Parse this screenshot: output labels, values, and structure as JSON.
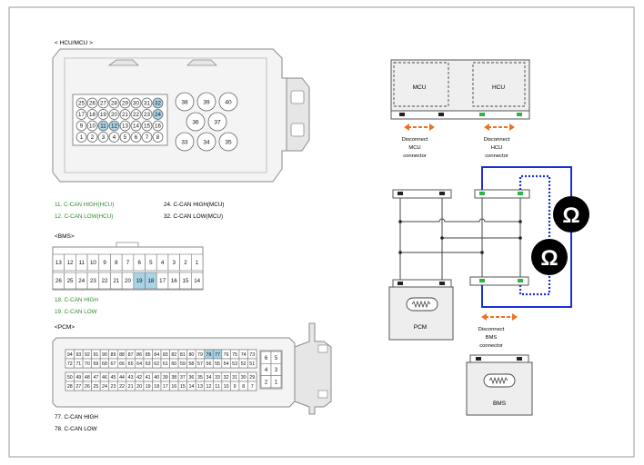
{
  "hcu_mcu": {
    "title": "< HCU/MCU        >",
    "pins_row1": [
      "25",
      "26",
      "27",
      "28",
      "29",
      "30",
      "31",
      "32"
    ],
    "pins_row2": [
      "17",
      "18",
      "19",
      "20",
      "21",
      "22",
      "23",
      "24"
    ],
    "pins_row3": [
      "9",
      "10",
      "11",
      "12",
      "13",
      "14",
      "15",
      "16"
    ],
    "pins_row4": [
      "1",
      "2",
      "3",
      "4",
      "5",
      "6",
      "7",
      "8"
    ],
    "big_pins": [
      "38",
      "39",
      "40",
      "36",
      "37",
      "33",
      "34",
      "35"
    ],
    "highlight_pins": [
      "32",
      "24",
      "11",
      "12"
    ],
    "notes": [
      "11.     C-CAN HIGH(HCU)",
      "12. C-CAN LOW(HCU)",
      "24.   C-CAN HIGH(MCU)",
      "32. C-CAN LOW(MCU)"
    ]
  },
  "bms": {
    "title": "<BMS>",
    "pins_top": [
      "13",
      "12",
      "11",
      "10",
      "9",
      "8",
      "7",
      "6",
      "5",
      "4",
      "3",
      "2",
      "1"
    ],
    "pins_bottom": [
      "26",
      "25",
      "24",
      "23",
      "22",
      "21",
      "20",
      "19",
      "18",
      "17",
      "16",
      "15",
      "14"
    ],
    "highlight_pins": [
      "19",
      "18"
    ],
    "notes": [
      "18.     C-CAN HIGH",
      "19. C-CAN LOW"
    ]
  },
  "pcm": {
    "title": "<PCM>",
    "row1": [
      "94",
      "93",
      "92",
      "91",
      "90",
      "89",
      "88",
      "87",
      "86",
      "85",
      "84",
      "83",
      "82",
      "81",
      "80",
      "79",
      "78",
      "77",
      "76",
      "75",
      "74",
      "73"
    ],
    "row2": [
      "72",
      "71",
      "70",
      "69",
      "68",
      "67",
      "66",
      "65",
      "64",
      "63",
      "62",
      "61",
      "60",
      "59",
      "58",
      "57",
      "56",
      "55",
      "54",
      "53",
      "52",
      "51"
    ],
    "row3": [
      "50",
      "49",
      "48",
      "47",
      "46",
      "45",
      "44",
      "43",
      "42",
      "41",
      "40",
      "39",
      "38",
      "37",
      "36",
      "35",
      "34",
      "33",
      "32",
      "31",
      "30",
      "29"
    ],
    "row4": [
      "28",
      "27",
      "26",
      "25",
      "24",
      "23",
      "22",
      "21",
      "20",
      "19",
      "18",
      "17",
      "16",
      "15",
      "14",
      "13",
      "12",
      "11",
      "10",
      "9",
      "8",
      "7"
    ],
    "side_pins": [
      "6",
      "5",
      "4",
      "3",
      "2",
      "1"
    ],
    "highlight_pins": [
      "78",
      "77"
    ],
    "notes": [
      "77.     C-CAN HIGH",
      "78. C-CAN LOW"
    ]
  },
  "circuit": {
    "mcu_label": "MCU",
    "hcu_label": "HCU",
    "pcm_label": "PCM",
    "bms_label": "BMS",
    "disconnect_mcu": [
      "Disconnect",
      "MCU",
      "connector"
    ],
    "disconnect_hcu": [
      "Disconnect",
      "HCU",
      "connector"
    ],
    "disconnect_bms": [
      "Disconnect",
      "BMS",
      "connector"
    ],
    "ohm_symbol": "Ω"
  },
  "colors": {
    "highlight": "#a8d4e6",
    "note_green": "#2e8b2e",
    "arrow_orange": "#f07020",
    "meter_blue": "#1a2ed8",
    "pin_green": "#2db34a"
  }
}
